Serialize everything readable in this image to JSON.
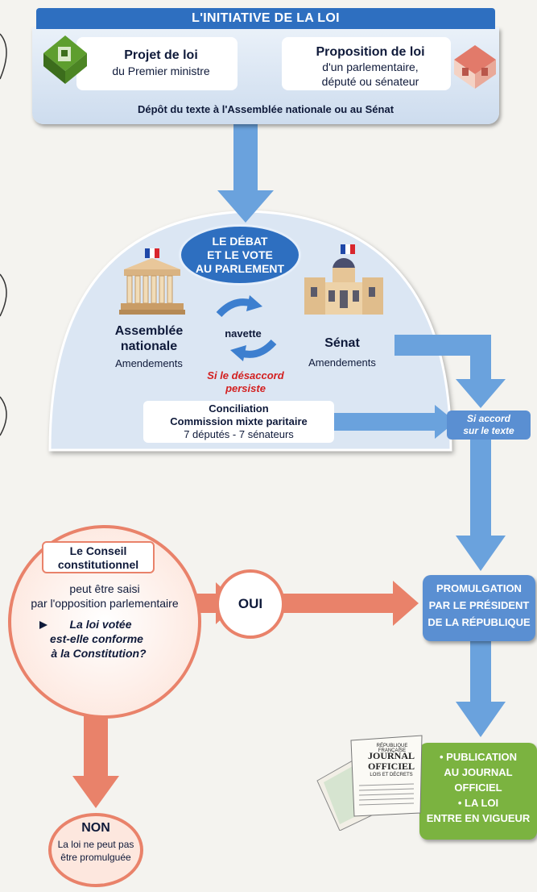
{
  "colors": {
    "blue": "#2e6fc0",
    "arrow_blue": "#6aa2dd",
    "salmon": "#e9826a",
    "green": "#7bb340",
    "red_text": "#d32020",
    "navy_text": "#0f1a3a"
  },
  "initiative": {
    "header": "L'INITIATIVE DE LA LOI",
    "projet_title": "Projet de loi",
    "projet_sub": "du Premier ministre",
    "proposition_title": "Proposition de loi",
    "proposition_line1": "d'un parlementaire,",
    "proposition_line2": "député ou sénateur",
    "depot": "Dépôt du texte à l'Assemblée nationale ou au Sénat"
  },
  "debat": {
    "title_line1": "LE DÉBAT",
    "title_line2": "ET LE VOTE",
    "title_line3": "AU PARLEMENT",
    "assemblee_line1": "Assemblée",
    "assemblee_line2": "nationale",
    "assemblee_sub": "Amendements",
    "senat_title": "Sénat",
    "senat_sub": "Amendements",
    "navette": "navette",
    "desaccord_line1": "Si le désaccord",
    "desaccord_line2": "persiste",
    "conciliation_line1": "Conciliation",
    "conciliation_line2": "Commission mixte paritaire",
    "conciliation_line3": "7 députés - 7 sénateurs"
  },
  "accord": {
    "line1": "Si accord",
    "line2": "sur le texte"
  },
  "conseil": {
    "title_line1": "Le Conseil",
    "title_line2": "constitutionnel",
    "saisi_line1": "peut être saisi",
    "saisi_line2": "par l'opposition parlementaire",
    "question_line1": "La loi votée",
    "question_line2": "est-elle conforme",
    "question_line3": "à la Constitution?",
    "oui": "OUI",
    "non_title": "NON",
    "non_line1": "La loi ne peut pas",
    "non_line2": "être promulguée"
  },
  "promulgation": {
    "line1": "PROMULGATION",
    "line2": "PAR LE PRÉSIDENT",
    "line3": "DE LA RÉPUBLIQUE"
  },
  "publication": {
    "line1": "• PUBLICATION",
    "line2": "AU JOURNAL",
    "line3": "OFFICIEL",
    "line4": "• LA LOI",
    "line5": "ENTRE EN VIGUEUR"
  },
  "journal": {
    "republique": "RÉPUBLIQUE FRANÇAISE",
    "title1": "JOURNAL",
    "title2": "OFFICIEL",
    "sub": "LOIS ET DÉCRETS"
  },
  "icons": [
    "house-green-icon",
    "house-red-icon",
    "assemblee-building-icon",
    "senat-building-icon",
    "french-flag-icon",
    "cycle-arrows-icon",
    "journal-officiel-icon",
    "triangle-bullet-icon"
  ]
}
